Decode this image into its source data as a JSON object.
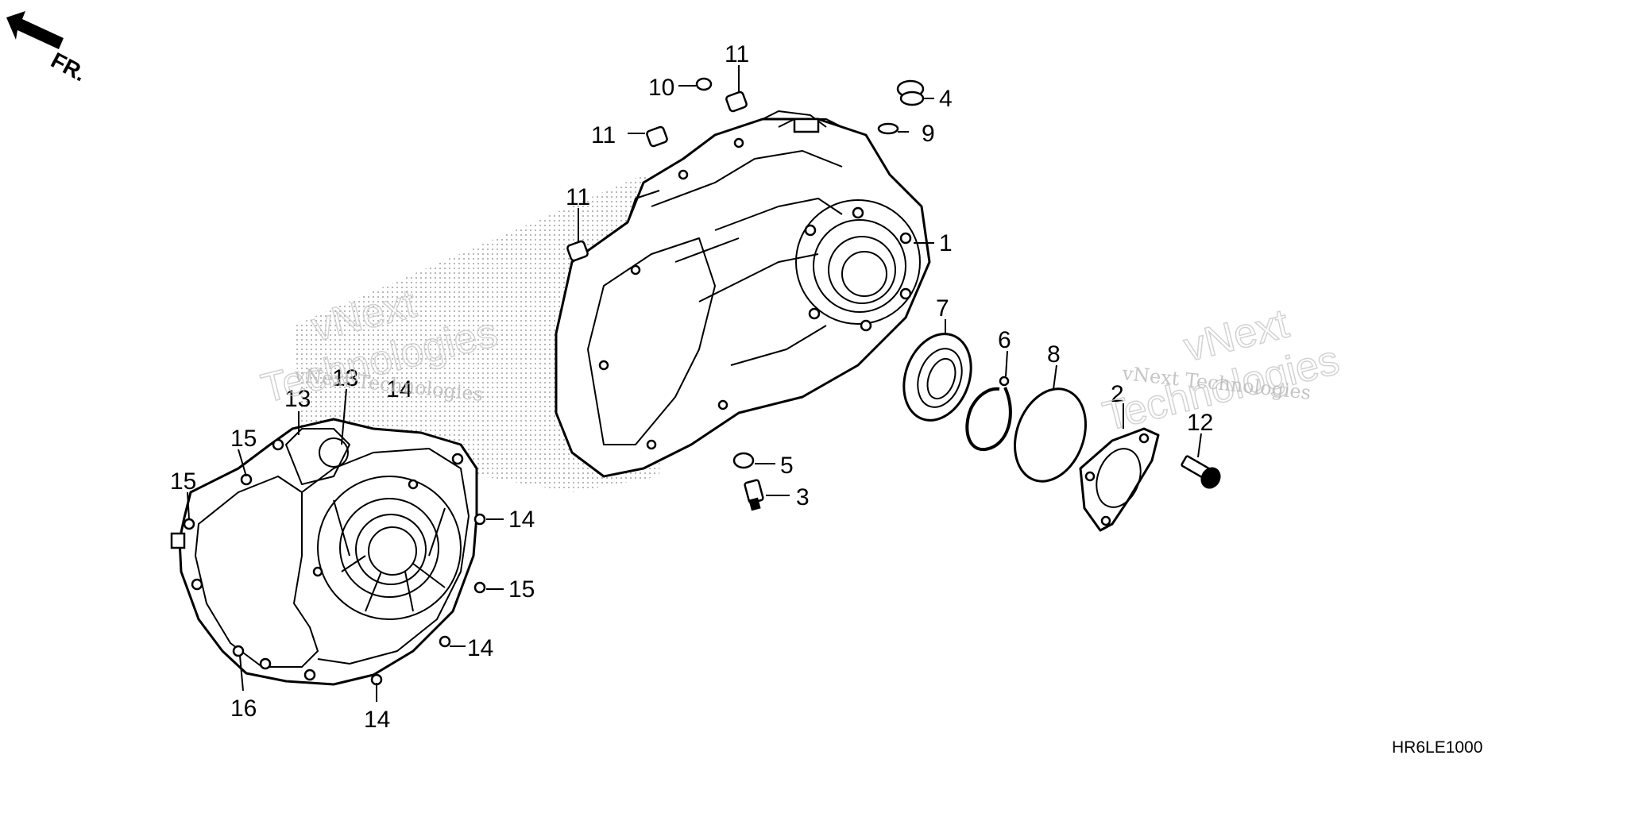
{
  "direction_label": "FR.",
  "diagram_code": "HR6LE1000",
  "watermark": {
    "line1": "vNext",
    "line2": "Technologies",
    "full": "vNext Technologies"
  },
  "callouts": {
    "c1": "1",
    "c2": "2",
    "c3": "3",
    "c4": "4",
    "c5": "5",
    "c6": "6",
    "c7": "7",
    "c8": "8",
    "c9": "9",
    "c10": "10",
    "c11a": "11",
    "c11b": "11",
    "c11c": "11",
    "c12": "12",
    "c13a": "13",
    "c13b": "13",
    "c14a": "14",
    "c14b": "14",
    "c14c": "14",
    "c14d": "14",
    "c15a": "15",
    "c15b": "15",
    "c15c": "15",
    "c16": "16"
  }
}
